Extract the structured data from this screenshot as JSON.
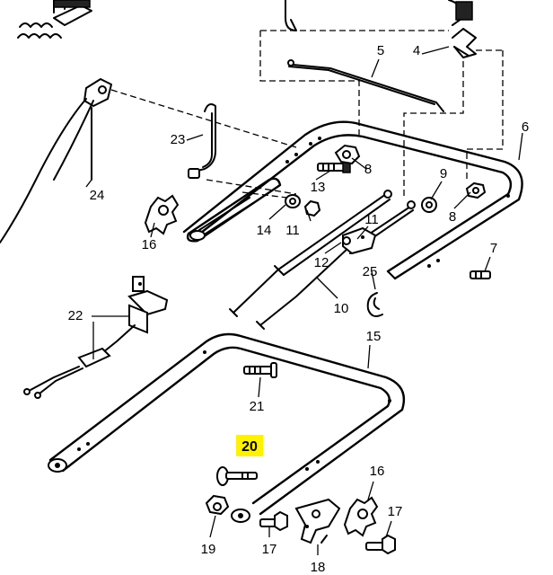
{
  "diagram": {
    "callouts": {
      "c4": "4",
      "c5": "5",
      "c6": "6",
      "c7": "7",
      "c8a": "8",
      "c8b": "8",
      "c9": "9",
      "c10": "10",
      "c11a": "11",
      "c11b": "11",
      "c12": "12",
      "c13": "13",
      "c14": "14",
      "c15": "15",
      "c16a": "16",
      "c16b": "16",
      "c17a": "17",
      "c17b": "17",
      "c18": "18",
      "c19": "19",
      "c20": "20",
      "c21": "21",
      "c22": "22",
      "c23": "23",
      "c24": "24",
      "c25": "25"
    },
    "highlighted_part": "20",
    "highlight_color": "#fff200"
  }
}
